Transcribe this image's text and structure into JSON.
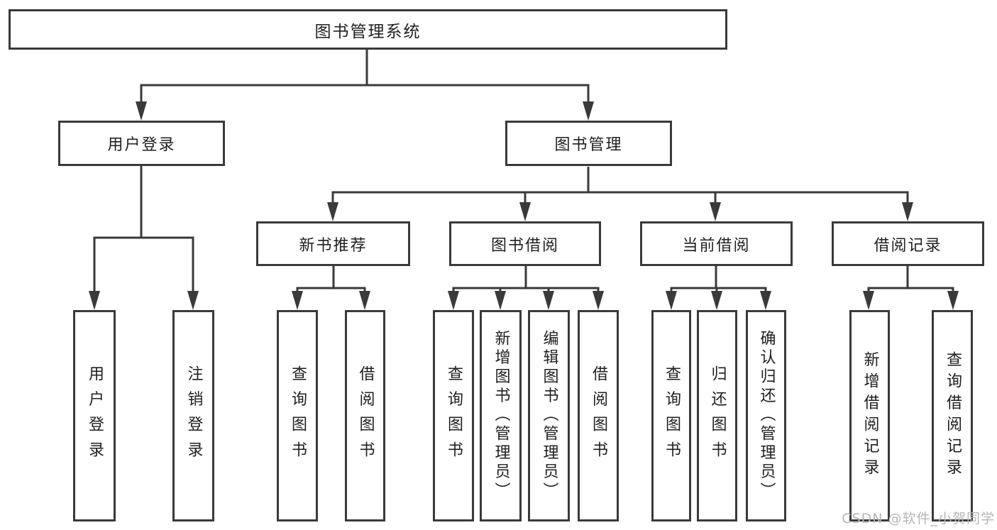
{
  "diagram": {
    "root_label": "图书管理系统",
    "level1": [
      {
        "id": "user-login",
        "label": "用户登录"
      },
      {
        "id": "book-management",
        "label": "图书管理"
      }
    ],
    "level2": [
      {
        "id": "new-book-recommend",
        "label": "新书推荐"
      },
      {
        "id": "book-borrow",
        "label": "图书借阅"
      },
      {
        "id": "current-borrow",
        "label": "当前借阅"
      },
      {
        "id": "borrow-records",
        "label": "借阅记录"
      }
    ],
    "leaves": {
      "user_login": [
        "用户登录",
        "注销登录"
      ],
      "new_book_recommend": [
        "查询图书",
        "借阅图书"
      ],
      "book_borrow": [
        "查询图书",
        "新增图书（管理员）",
        "编辑图书（管理员）",
        "借阅图书"
      ],
      "current_borrow": [
        "查询图书",
        "归还图书",
        "确认归还（管理员）"
      ],
      "borrow_records": [
        "新增借阅记录",
        "查询借阅记录"
      ]
    }
  },
  "watermark": {
    "text": "CSDN @软件_小贺同学"
  },
  "colors": {
    "line": "#3a3a3a",
    "node_border": "#3a3a3a",
    "text": "#1f1f1f",
    "watermark": "#b5b5b5",
    "background": "#ffffff"
  }
}
